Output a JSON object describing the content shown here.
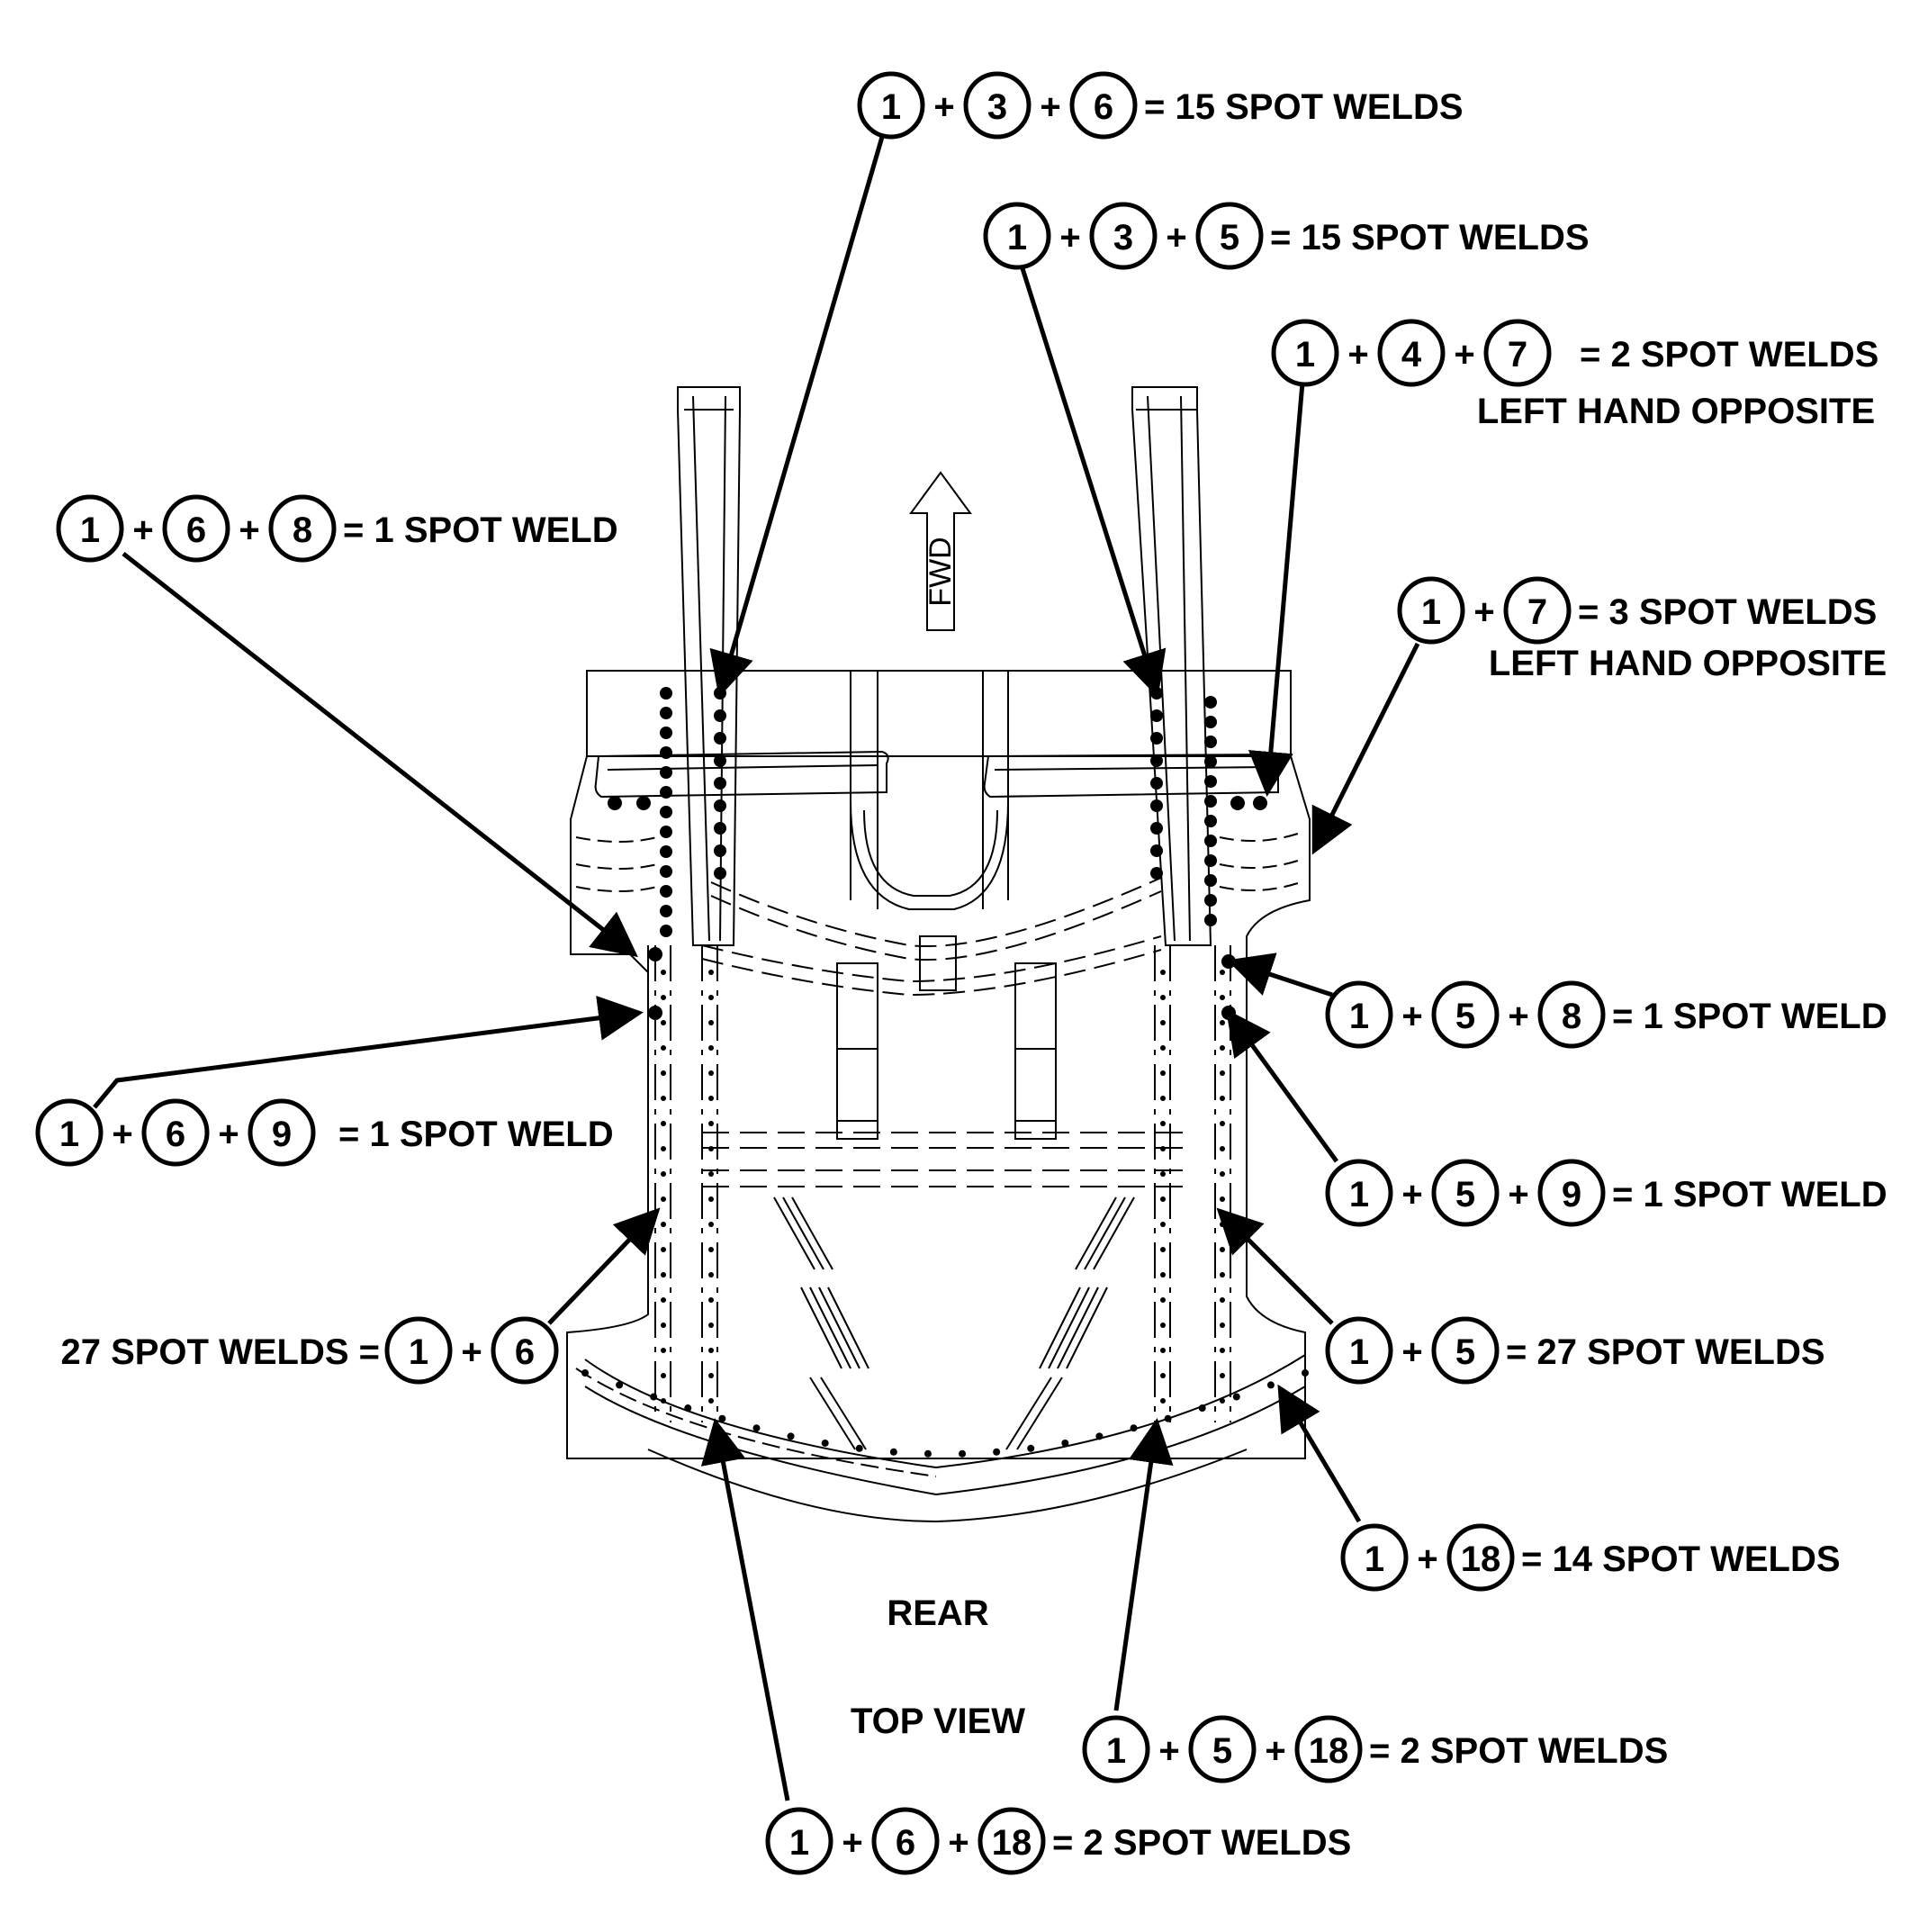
{
  "figure": {
    "orientation": "FWD",
    "rear_label": "REAR",
    "view_label": "TOP VIEW"
  },
  "callouts": [
    {
      "id": "c01",
      "parts": [
        "1",
        "3",
        "6"
      ],
      "text": "= 15 SPOT WELDS"
    },
    {
      "id": "c02",
      "parts": [
        "1",
        "3",
        "5"
      ],
      "text": "= 15 SPOT WELDS"
    },
    {
      "id": "c03",
      "parts": [
        "1",
        "4",
        "7"
      ],
      "text": "= 2 SPOT WELDS",
      "note": "LEFT HAND OPPOSITE"
    },
    {
      "id": "c04",
      "parts": [
        "1",
        "6",
        "8"
      ],
      "text": "= 1 SPOT WELD"
    },
    {
      "id": "c05",
      "parts": [
        "1",
        "7"
      ],
      "text": "= 3 SPOT WELDS",
      "note": "LEFT HAND OPPOSITE"
    },
    {
      "id": "c06",
      "parts": [
        "1",
        "5",
        "8"
      ],
      "text": "= 1 SPOT WELD"
    },
    {
      "id": "c07",
      "parts": [
        "1",
        "6",
        "9"
      ],
      "text": "= 1 SPOT WELD"
    },
    {
      "id": "c08",
      "parts": [
        "1",
        "5",
        "9"
      ],
      "text": "= 1 SPOT WELD"
    },
    {
      "id": "c09",
      "parts": [
        "1",
        "6"
      ],
      "text": "27 SPOT WELDS ="
    },
    {
      "id": "c10",
      "parts": [
        "1",
        "5"
      ],
      "text": "= 27 SPOT WELDS"
    },
    {
      "id": "c11",
      "parts": [
        "1",
        "18"
      ],
      "text": "= 14 SPOT WELDS"
    },
    {
      "id": "c12",
      "parts": [
        "1",
        "5",
        "18"
      ],
      "text": "= 2 SPOT WELDS"
    },
    {
      "id": "c13",
      "parts": [
        "1",
        "6",
        "18"
      ],
      "text": "= 2 SPOT WELDS"
    }
  ]
}
